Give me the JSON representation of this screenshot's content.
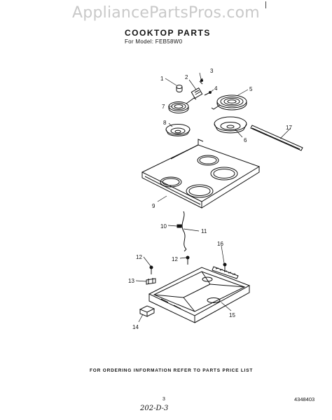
{
  "watermark": "AppliancePartsPros.com",
  "title": "COOKTOP PARTS",
  "subtitle": "For Model: FEB58W0",
  "callouts": {
    "c1": "1",
    "c2": "2",
    "c3": "3",
    "c4": "4",
    "c5": "5",
    "c6": "6",
    "c7": "7",
    "c8": "8",
    "c9": "9",
    "c10": "10",
    "c11": "11",
    "c12a": "12",
    "c12b": "12",
    "c13": "13",
    "c14": "14",
    "c15": "15",
    "c16": "16",
    "c17": "17"
  },
  "footer": "FOR ORDERING INFORMATION REFER TO PARTS PRICE LIST",
  "page_number": "3",
  "part_number": "4348403",
  "handwritten": "202-D-3"
}
